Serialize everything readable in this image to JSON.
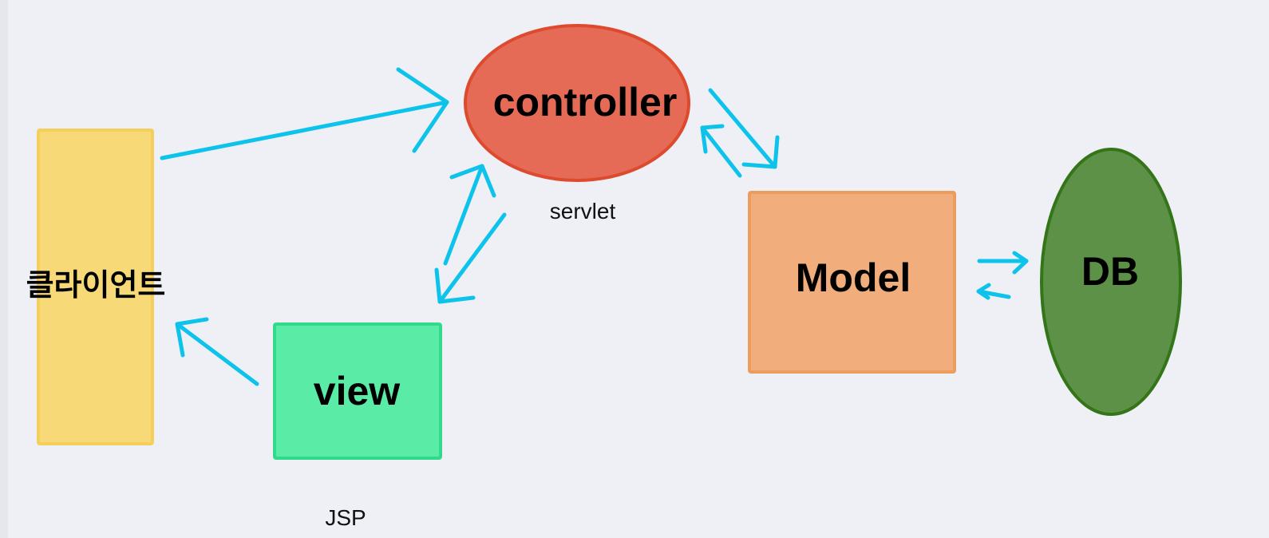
{
  "nodes": {
    "client": {
      "label": "클라이언트",
      "color": "#f7d978",
      "border": "#f5cf5c"
    },
    "controller": {
      "label": "controller",
      "sublabel": "servlet",
      "color": "#e56b56",
      "border": "#dd4a2e"
    },
    "view": {
      "label": "view",
      "sublabel": "JSP",
      "color": "#5aeba6",
      "border": "#33d98a"
    },
    "model": {
      "label": "Model",
      "color": "#f1ad7b",
      "border": "#eb9d5e"
    },
    "db": {
      "label": "DB",
      "color": "#5c9147",
      "border": "#347519"
    }
  },
  "colors": {
    "arrow": "#0ec3eb",
    "background": "#eff0f5"
  }
}
